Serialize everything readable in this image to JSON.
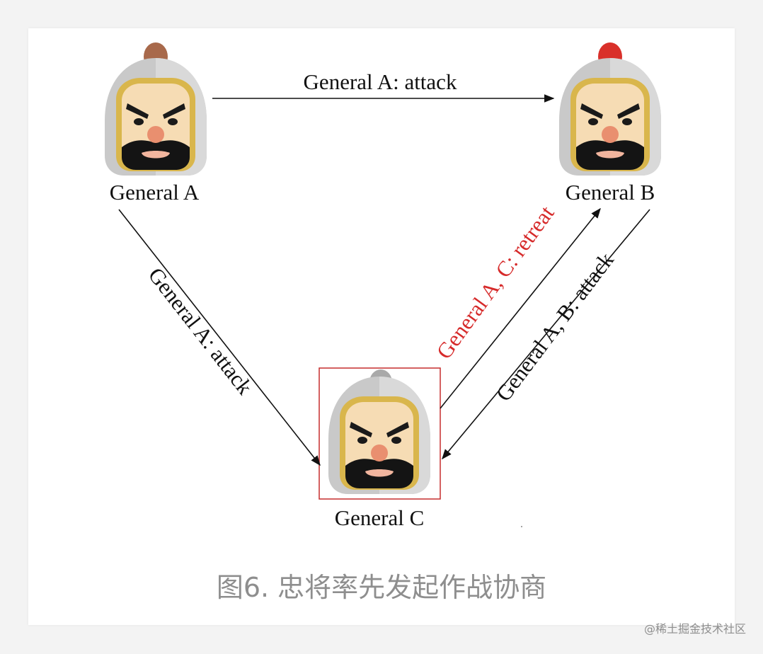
{
  "diagram": {
    "nodes": {
      "a": {
        "label": "General A",
        "plume_color": "#a8694b"
      },
      "b": {
        "label": "General B",
        "plume_color": "#d9302a"
      },
      "c": {
        "label": "General C",
        "plume_color": "#a9a9a9",
        "highlight_color": "#c62d2d"
      }
    },
    "edges": [
      {
        "from": "a",
        "to": "b",
        "label": "General A: attack",
        "color": "#111111"
      },
      {
        "from": "a",
        "to": "c",
        "label": "General A: attack",
        "color": "#111111"
      },
      {
        "from": "c",
        "to": "b",
        "label": "General A, C: retreat",
        "color": "#d62a2a"
      },
      {
        "from": "b",
        "to": "c",
        "label": "General A, B: attack",
        "color": "#111111"
      }
    ]
  },
  "caption": "图6. 忠将率先发起作战协商",
  "watermark": "@稀土掘金技术社区"
}
